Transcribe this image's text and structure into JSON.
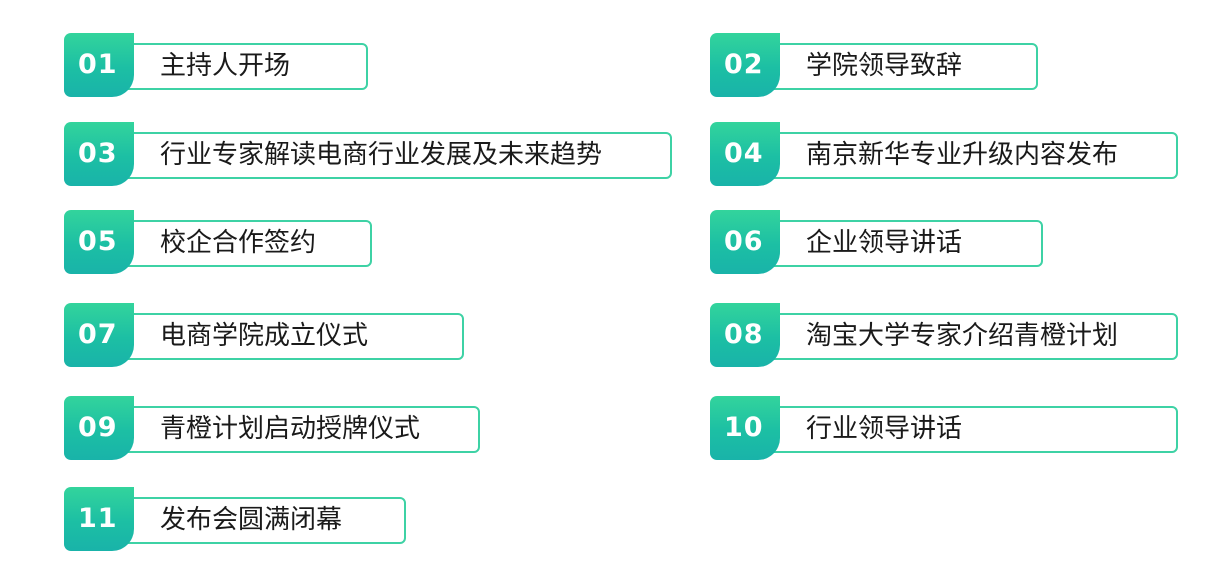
{
  "agenda": [
    {
      "number": "01",
      "title": "主持人开场"
    },
    {
      "number": "02",
      "title": "学院领导致辞"
    },
    {
      "number": "03",
      "title": "行业专家解读电商行业发展及未来趋势"
    },
    {
      "number": "04",
      "title": "南京新华专业升级内容发布"
    },
    {
      "number": "05",
      "title": "校企合作签约"
    },
    {
      "number": "06",
      "title": "企业领导讲话"
    },
    {
      "number": "07",
      "title": "电商学院成立仪式"
    },
    {
      "number": "08",
      "title": "淘宝大学专家介绍青橙计划"
    },
    {
      "number": "09",
      "title": "青橙计划启动授牌仪式"
    },
    {
      "number": "10",
      "title": "行业领导讲话"
    },
    {
      "number": "11",
      "title": "发布会圆满闭幕"
    }
  ],
  "colors": {
    "accent": "#3ed2a5",
    "badge_top": "#33d49c",
    "badge_bottom": "#19b3a9",
    "text": "#1a1a1a"
  }
}
